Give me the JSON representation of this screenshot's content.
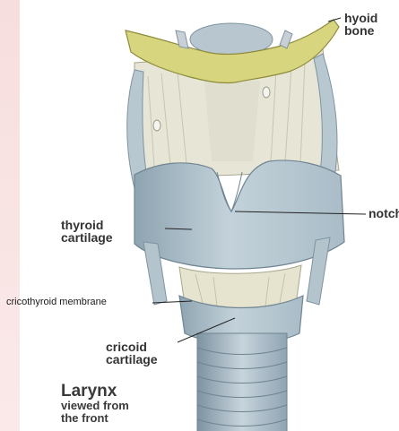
{
  "labels": {
    "hyoid": [
      "hyoid",
      "bone"
    ],
    "notch": "notch",
    "thyroid": [
      "thyroid",
      "cartilage"
    ],
    "cricothyroid_membrane": "cricothyroid membrane",
    "cricoid": [
      "cricoid",
      "cartilage"
    ]
  },
  "title": {
    "main": "Larynx",
    "sub": [
      "viewed from",
      "the front"
    ]
  },
  "colors": {
    "bone": "#d4d27a",
    "cartilage": "#b4c6d0",
    "cartilage_dark": "#8ea4b1",
    "membrane": "#e6e3cf",
    "leader": "#222222",
    "left_strip": "#f7dede"
  }
}
